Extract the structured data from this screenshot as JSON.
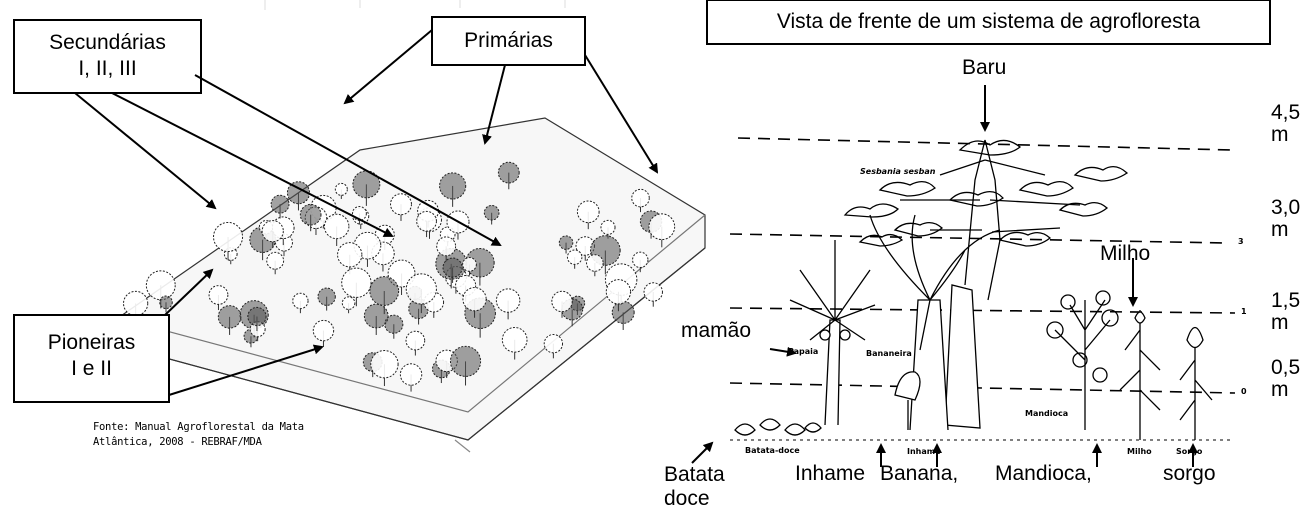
{
  "left_diagram": {
    "labels": {
      "secundarias_line1": "Secundárias",
      "secundarias_line2": "I, II, III",
      "primarias": "Primárias",
      "pioneiras_line1": "Pioneiras",
      "pioneiras_line2": "I e II"
    },
    "source_line1": "Fonte: Manual Agroflorestal da Mata",
    "source_line2": "Atlântica, 2008 - REBRAF/MDA"
  },
  "right_diagram": {
    "title": "Vista de frente de um sistema de agrofloresta",
    "baru_label": "Baru",
    "heights": [
      {
        "value": "4,5",
        "unit": "m"
      },
      {
        "value": "3,0",
        "unit": "m"
      },
      {
        "value": "1,5",
        "unit": "m"
      },
      {
        "value": "0,5",
        "unit": "m"
      }
    ],
    "scale_marks": [
      "3",
      "1",
      "0"
    ],
    "plant_labels": {
      "milho": "Milho",
      "mamao": "mamão",
      "batata_line1": "Batata",
      "batata_line2": "doce",
      "inhame": "Inhame",
      "banana": "Banana,",
      "mandioca": "Mandioca,",
      "sorgo": "sorgo"
    },
    "drawing_annotations": {
      "sesbania": "Sesbania sesban",
      "papaia": "Papaia",
      "bananeira": "Bananeira",
      "mandioca": "Mandioca",
      "batata_doce": "Batata-doce",
      "inhame": "Inhame",
      "milho": "Milho",
      "sorgo": "Sorgo"
    }
  }
}
